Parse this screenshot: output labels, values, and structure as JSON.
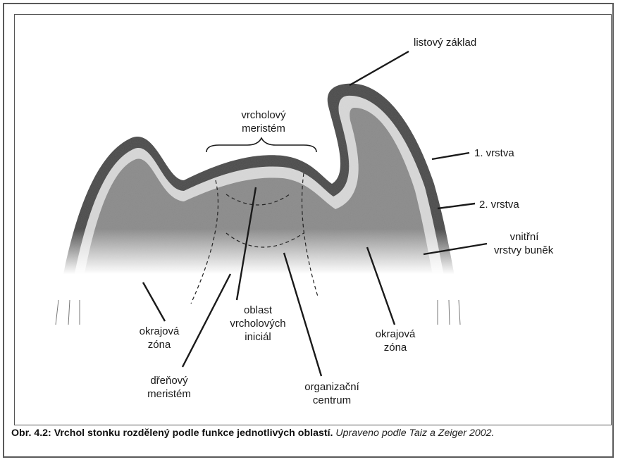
{
  "labels": {
    "listovy_zaklad": "listový základ",
    "vrcholovy_meristem": [
      "vrcholový",
      "meristém"
    ],
    "vrstva1": "1. vrstva",
    "vrstva2": "2. vrstva",
    "vnitrni": [
      "vnitřní",
      "vrstvy buněk"
    ],
    "okrajova_left": [
      "okrajová",
      "zóna"
    ],
    "oblast": [
      "oblast",
      "vrcholových",
      "iniciál"
    ],
    "okrajova_right": [
      "okrajová",
      "zóna"
    ],
    "drenovy": [
      "dřeňový",
      "meristém"
    ],
    "organizacni": [
      "organizační",
      "centrum"
    ]
  },
  "caption": {
    "bold": "Obr. 4.2: Vrchol stonku rozdělený podle funkce jednotlivých oblastí.",
    "italic": "Upraveno podle Taiz a Zeiger 2002."
  },
  "colors": {
    "inner_tissue": "#8a8a8a",
    "outer_layer": "#4a4a4a",
    "second_layer": "#d8d8d8",
    "line": "#1a1a1a"
  }
}
